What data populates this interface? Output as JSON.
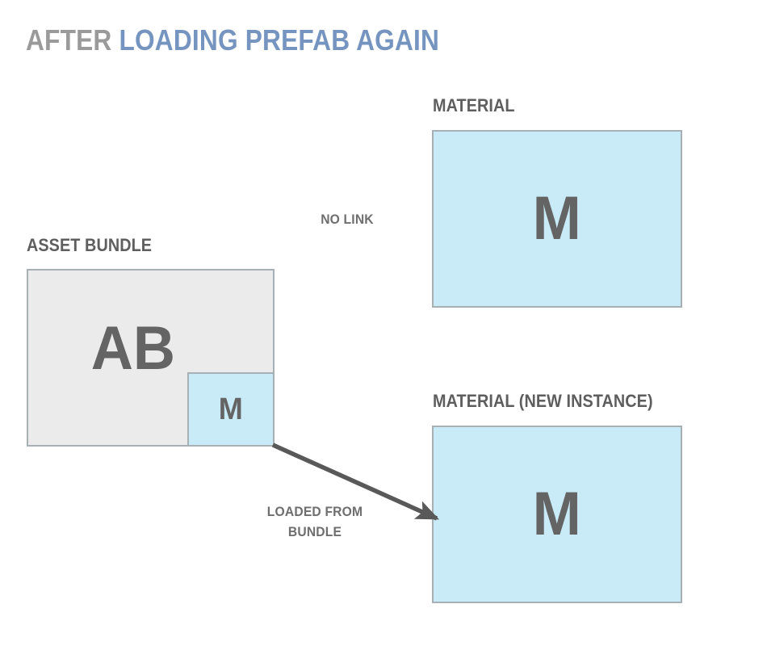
{
  "title": {
    "prefix": "AFTER ",
    "highlight": "LOADING PREFAB AGAIN",
    "prefix_color": "#9a9a9a",
    "highlight_color": "#7595c0"
  },
  "palette": {
    "background": "#ffffff",
    "box_blue_fill": "#c9eaf7",
    "box_gray_fill": "#ebebeb",
    "box_border": "#a7b0b5",
    "glyph_gray": "#646464",
    "caption_gray": "#5e5e5e",
    "label_gray": "#6e6e6e",
    "arrow_gray": "#595959"
  },
  "nodes": {
    "material": {
      "caption": "MATERIAL",
      "glyph": "M",
      "fill": "#c9eaf7"
    },
    "asset_bundle": {
      "caption": "ASSET BUNDLE",
      "glyph": "AB",
      "fill": "#ebebeb"
    },
    "material_embedded": {
      "glyph": "M",
      "fill": "#c9eaf7"
    },
    "material_new_instance": {
      "caption": "MATERIAL (NEW INSTANCE)",
      "glyph": "M",
      "fill": "#c9eaf7"
    }
  },
  "edges": {
    "no_link": {
      "label": "NO LINK",
      "has_arrow": false
    },
    "loaded_from_bundle": {
      "label_line1": "LOADED FROM",
      "label_line2": "BUNDLE",
      "has_arrow": true,
      "from": "material-embedded",
      "to": "material-new-instance"
    }
  }
}
